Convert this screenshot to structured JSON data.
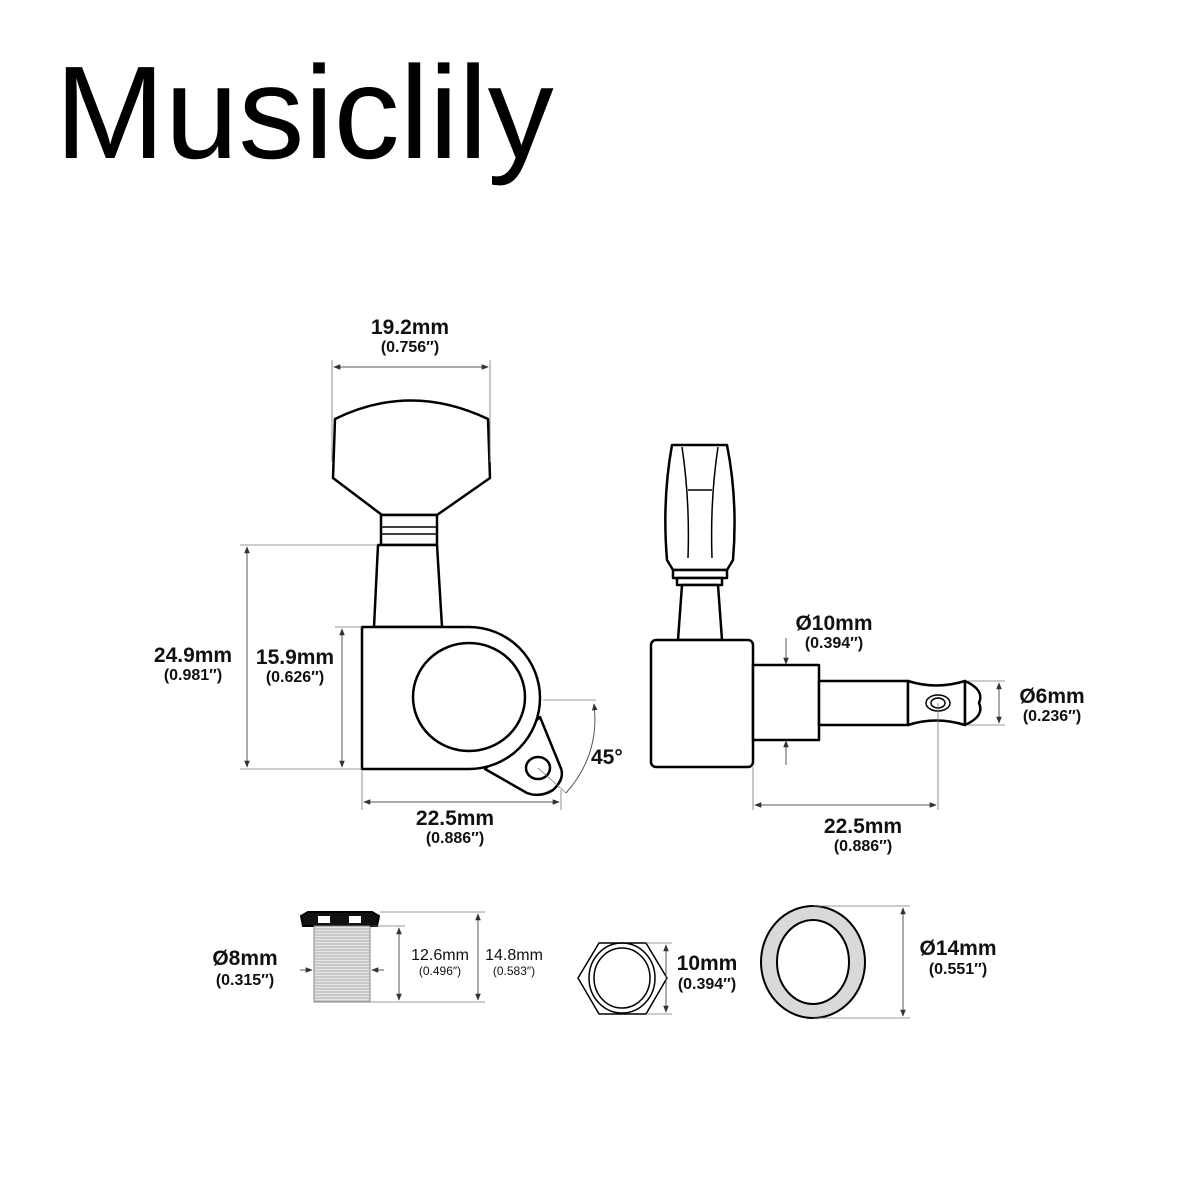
{
  "title": "Musiclily",
  "side_view": {
    "knob_width": {
      "mm": "19.2mm",
      "in": "(0.756″)"
    },
    "total_height": {
      "mm": "24.9mm",
      "in": "(0.981″)"
    },
    "body_height": {
      "mm": "15.9mm",
      "in": "(0.626″)"
    },
    "body_width": {
      "mm": "22.5mm",
      "in": "(0.886″)"
    },
    "ear_angle": "45°"
  },
  "front_view": {
    "collar_diameter": {
      "mm": "Ø10mm",
      "in": "(0.394″)"
    },
    "post_diameter": {
      "mm": "Ø6mm",
      "in": "(0.236″)"
    },
    "post_length": {
      "mm": "22.5mm",
      "in": "(0.886″)"
    }
  },
  "hardware": {
    "bushing_diameter": {
      "mm": "Ø8mm",
      "in": "(0.315″)"
    },
    "bushing_thread_length": {
      "mm": "12.6mm",
      "in": "(0.496″)"
    },
    "bushing_total_length": {
      "mm": "14.8mm",
      "in": "(0.583″)"
    },
    "hex_nut_size": {
      "mm": "10mm",
      "in": "(0.394″)"
    },
    "washer_diameter": {
      "mm": "Ø14mm",
      "in": "(0.551″)"
    }
  },
  "colors": {
    "line": "#000000",
    "dimension": "#555555",
    "washer_fill": "#d9d9d9"
  }
}
